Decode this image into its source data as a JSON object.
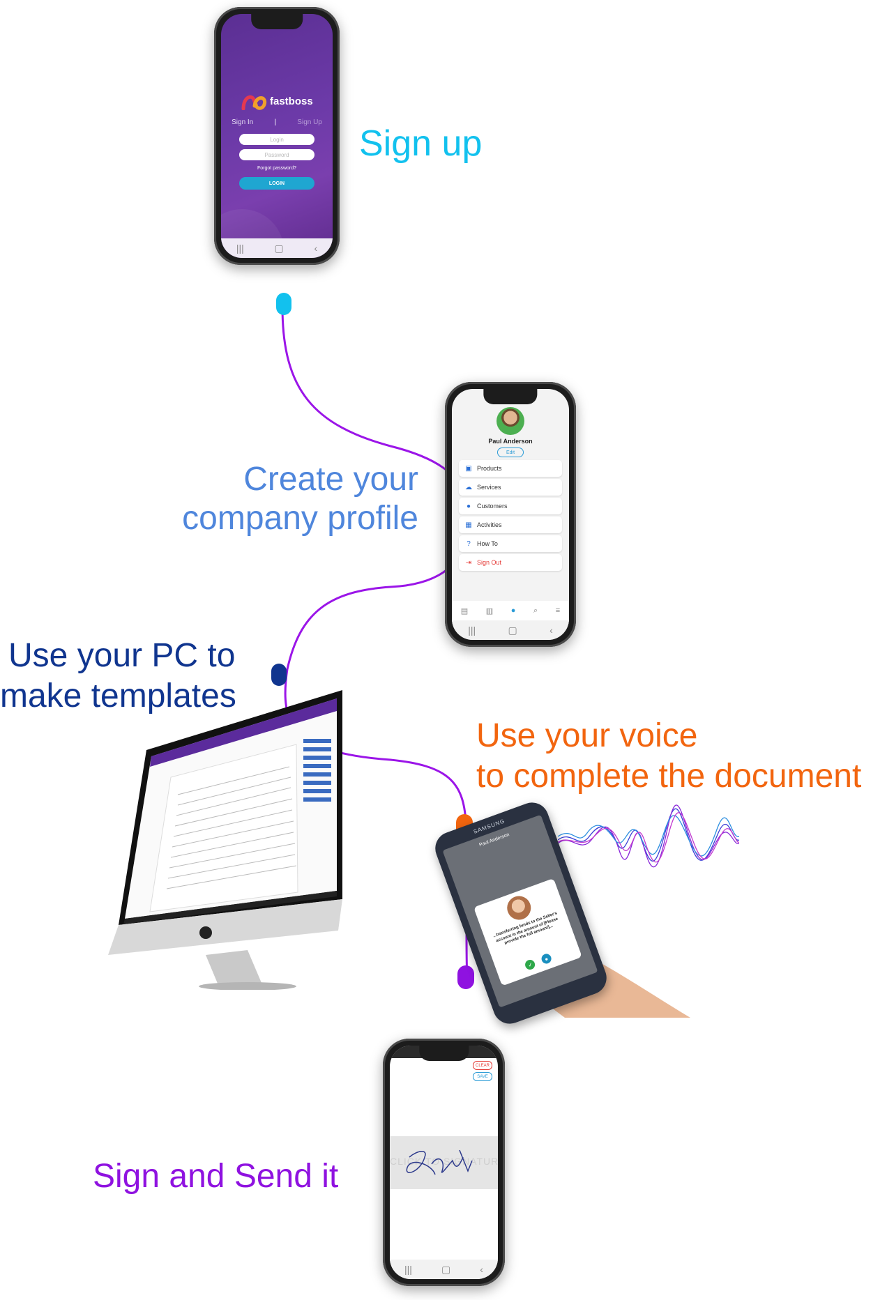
{
  "captions": {
    "step1": "Sign up",
    "step2_line1": "Create your",
    "step2_line2": "company profile",
    "step3_line1": "Use your PC to",
    "step3_line2": "make templates",
    "step4_line1": "Use your voice",
    "step4_line2": "to complete the document",
    "step5": "Sign and Send it"
  },
  "colors": {
    "step1": "#12c1ee",
    "step2": "#4f86dc",
    "step3": "#10358f",
    "step4": "#f2650f",
    "step5": "#8f12e0",
    "connector": "#9b15e8"
  },
  "login_phone": {
    "brand": "fastboss",
    "tab_signin": "Sign In",
    "tab_signup": "Sign Up",
    "login_placeholder": "Login",
    "password_placeholder": "Password",
    "forgot": "Forgot password?",
    "login_button": "LOGIN"
  },
  "profile_phone": {
    "user_name": "Paul Anderson",
    "edit_button": "Edit",
    "menu": [
      {
        "label": "Products",
        "icon": "box-icon",
        "color": "#2a6fd6"
      },
      {
        "label": "Services",
        "icon": "cloud-icon",
        "color": "#2a6fd6"
      },
      {
        "label": "Customers",
        "icon": "user-icon",
        "color": "#2a6fd6"
      },
      {
        "label": "Activities",
        "icon": "calendar-icon",
        "color": "#2a6fd6"
      },
      {
        "label": "How To",
        "icon": "help-icon",
        "color": "#2a6fd6"
      },
      {
        "label": "Sign Out",
        "icon": "sign-out-icon",
        "color": "#e53935"
      }
    ]
  },
  "voice_phone": {
    "brand": "SAMSUNG",
    "user_name": "Paul Anderson",
    "dialog_text": "...transferring funds to the Seller's account in the amount of [Please provide the full amount]..."
  },
  "sign_phone": {
    "clear_button": "CLEAR",
    "save_button": "SAVE",
    "watermark": "CLICK TO SIGNATURE"
  }
}
